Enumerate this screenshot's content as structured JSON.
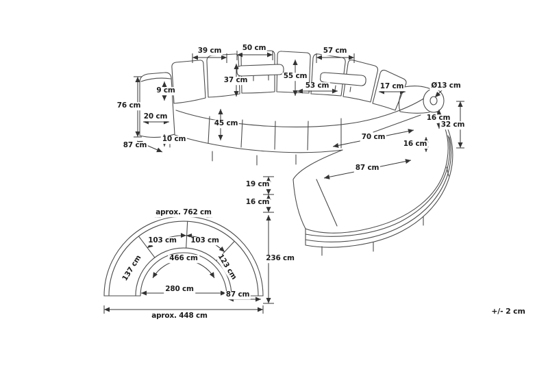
{
  "side_view": {
    "dims": {
      "cushion_width_39": "39 cm",
      "cushion_width_50": "50 cm",
      "cushion_width_57": "57 cm",
      "back_cushion_height_37": "37 cm",
      "backrest_height_55": "55 cm",
      "cushion_width_53": "53 cm",
      "headrest_width_17": "17 cm",
      "bolster_diameter_13": "Ø13 cm",
      "armrest_top_9": "9 cm",
      "total_height_76": "76 cm",
      "armrest_width_20": "20 cm",
      "seat_height_45": "45 cm",
      "bolster_gap_16": "16 cm",
      "side_height_32": "32 cm",
      "seat_depth_87": "87 cm",
      "leg_height_10": "10 cm",
      "seat_width_70": "70 cm",
      "base_band_16": "16 cm",
      "ottoman_width_87": "87 cm",
      "ottoman_cushion_19": "19 cm",
      "ottoman_base_16": "16 cm",
      "total_depth_236": "236 cm"
    }
  },
  "plan_view": {
    "dims": {
      "outer_arc_762": "aprox. 762 cm",
      "segment_left_103": "103 cm",
      "segment_right_103": "103 cm",
      "inner_arc_466": "466 cm",
      "segment_137": "137 cm",
      "segment_123": "123 cm",
      "inner_diameter_280": "280 cm",
      "depth_87": "87 cm",
      "overall_width_448": "aprox. 448 cm"
    }
  },
  "footer": {
    "tolerance_note": "+/- 2 cm"
  }
}
